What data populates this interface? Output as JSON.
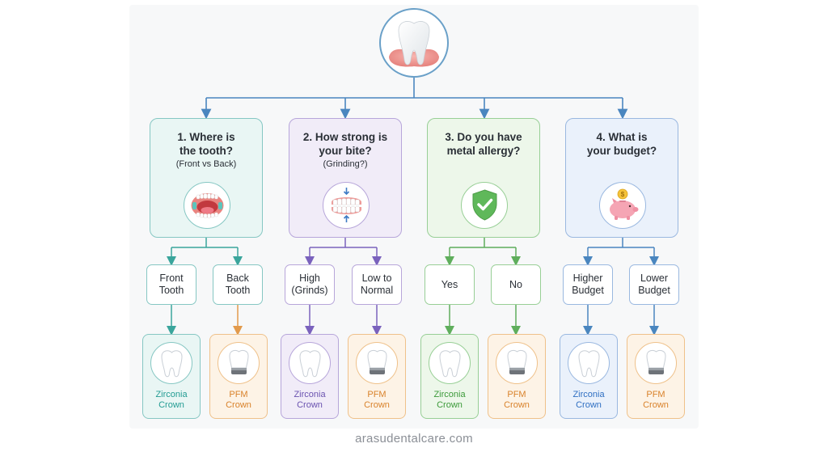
{
  "questions": [
    {
      "title": "1. Where is\nthe tooth?",
      "subtitle": "(Front vs Back)",
      "icon": "open-mouth-icon",
      "color": "#86c7c3"
    },
    {
      "title": "2. How strong is\nyour bite?",
      "subtitle": "(Grinding?)",
      "icon": "clenched-teeth-icon",
      "color": "#b7a6da"
    },
    {
      "title": "3. Do you have\nmetal allergy?",
      "subtitle": "",
      "icon": "shield-check-icon",
      "color": "#98cf96"
    },
    {
      "title": "4. What is\nyour budget?",
      "subtitle": "",
      "icon": "piggy-bank-icon",
      "color": "#9ab8e0"
    }
  ],
  "answers": [
    "Front\nTooth",
    "Back\nTooth",
    "High\n(Grinds)",
    "Low to\nNormal",
    "Yes",
    "No",
    "Higher\nBudget",
    "Lower\nBudget"
  ],
  "results": [
    {
      "label": "Zirconia\nCrown",
      "type": "zirconia",
      "color": "#239c93"
    },
    {
      "label": "PFM\nCrown",
      "type": "pfm",
      "color": "#d9822b"
    },
    {
      "label": "Zirconia\nCrown",
      "type": "zirconia",
      "color": "#6b53b0"
    },
    {
      "label": "PFM\nCrown",
      "type": "pfm",
      "color": "#d9822b"
    },
    {
      "label": "Zirconia\nCrown",
      "type": "zirconia",
      "color": "#3c9a3a"
    },
    {
      "label": "PFM\nCrown",
      "type": "pfm",
      "color": "#d9822b"
    },
    {
      "label": "Zirconia\nCrown",
      "type": "zirconia",
      "color": "#2f6fc2"
    },
    {
      "label": "PFM\nCrown",
      "type": "pfm",
      "color": "#d9822b"
    }
  ],
  "root": {
    "icon": "tooth-with-gum-icon"
  },
  "footer": {
    "text": "arasudentalcare.com"
  }
}
